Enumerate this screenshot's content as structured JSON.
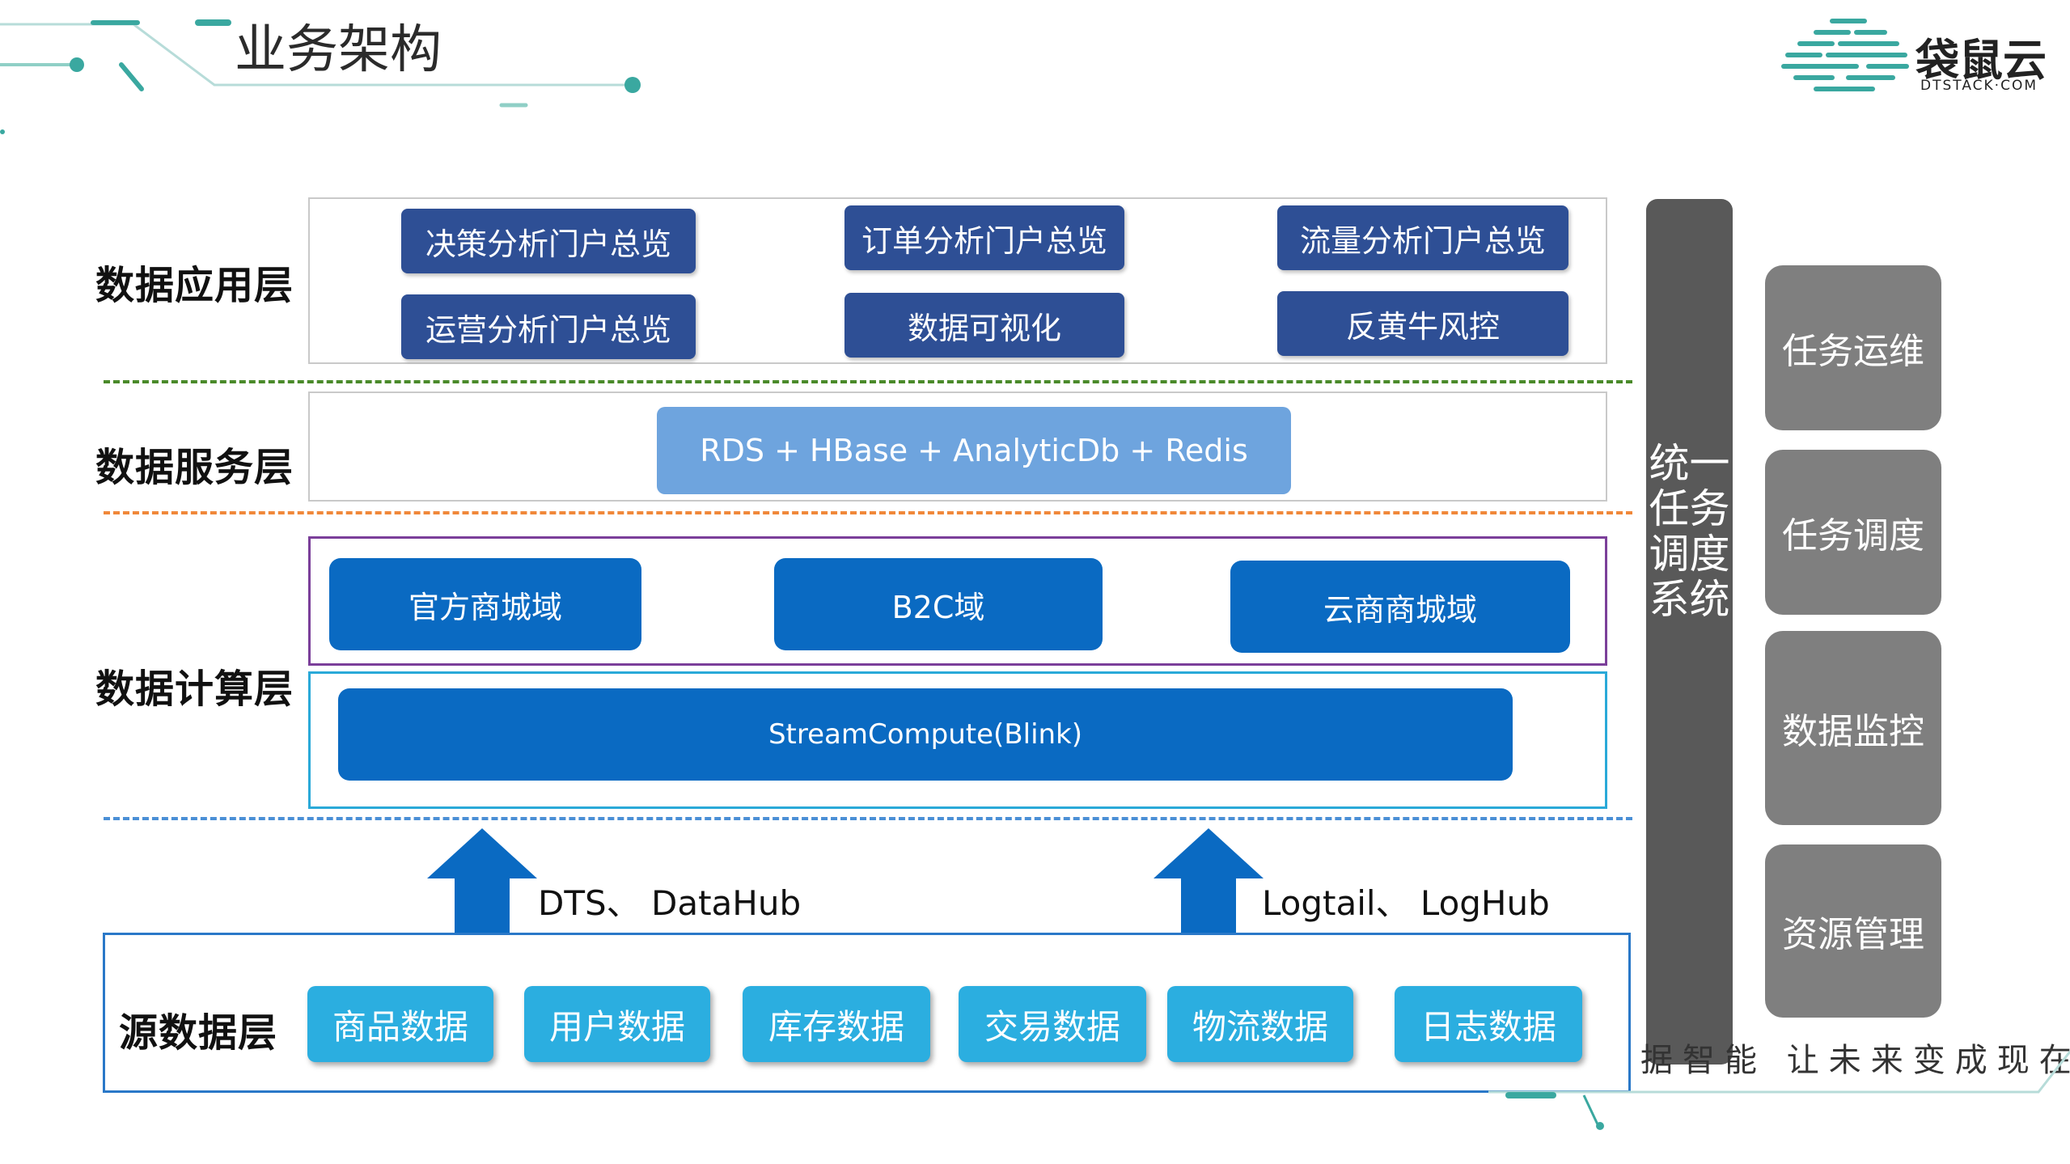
{
  "title": "业务架构",
  "logo": {
    "name": "袋鼠云",
    "sub": "DTSTACK·COM"
  },
  "layers": {
    "application": "数据应用层",
    "service": "数据服务层",
    "compute": "数据计算层",
    "source": "源数据层"
  },
  "app_items": [
    "决策分析门户总览",
    "订单分析门户总览",
    "流量分析门户总览",
    "运营分析门户总览",
    "数据可视化",
    "反黄牛风控"
  ],
  "service_item": "RDS + HBase + AnalyticDb + Redis",
  "compute_domains": [
    "官方商城域",
    "B2C域",
    "云商商城域"
  ],
  "stream_compute": "StreamCompute(Blink)",
  "arrows": [
    "DTS、 DataHub",
    "Logtail、 LogHub"
  ],
  "source_items": [
    "商品数据",
    "用户数据",
    "库存数据",
    "交易数据",
    "物流数据",
    "日志数据"
  ],
  "scheduler": "统一任务调度系统",
  "ops_items": [
    "任务运维",
    "任务调度",
    "数据监控",
    "资源管理"
  ],
  "slogan": "据智能 让未来变成现在",
  "colors": {
    "app": "#2e4f95",
    "service": "#6ea4de",
    "domain": "#0a6ac2",
    "source": "#2baee0",
    "ops": "#7f7f7f",
    "scheduler": "#595959",
    "dash_green": "#4a8a2a",
    "dash_orange": "#f0883a",
    "dash_blue": "#4a8fd6"
  }
}
